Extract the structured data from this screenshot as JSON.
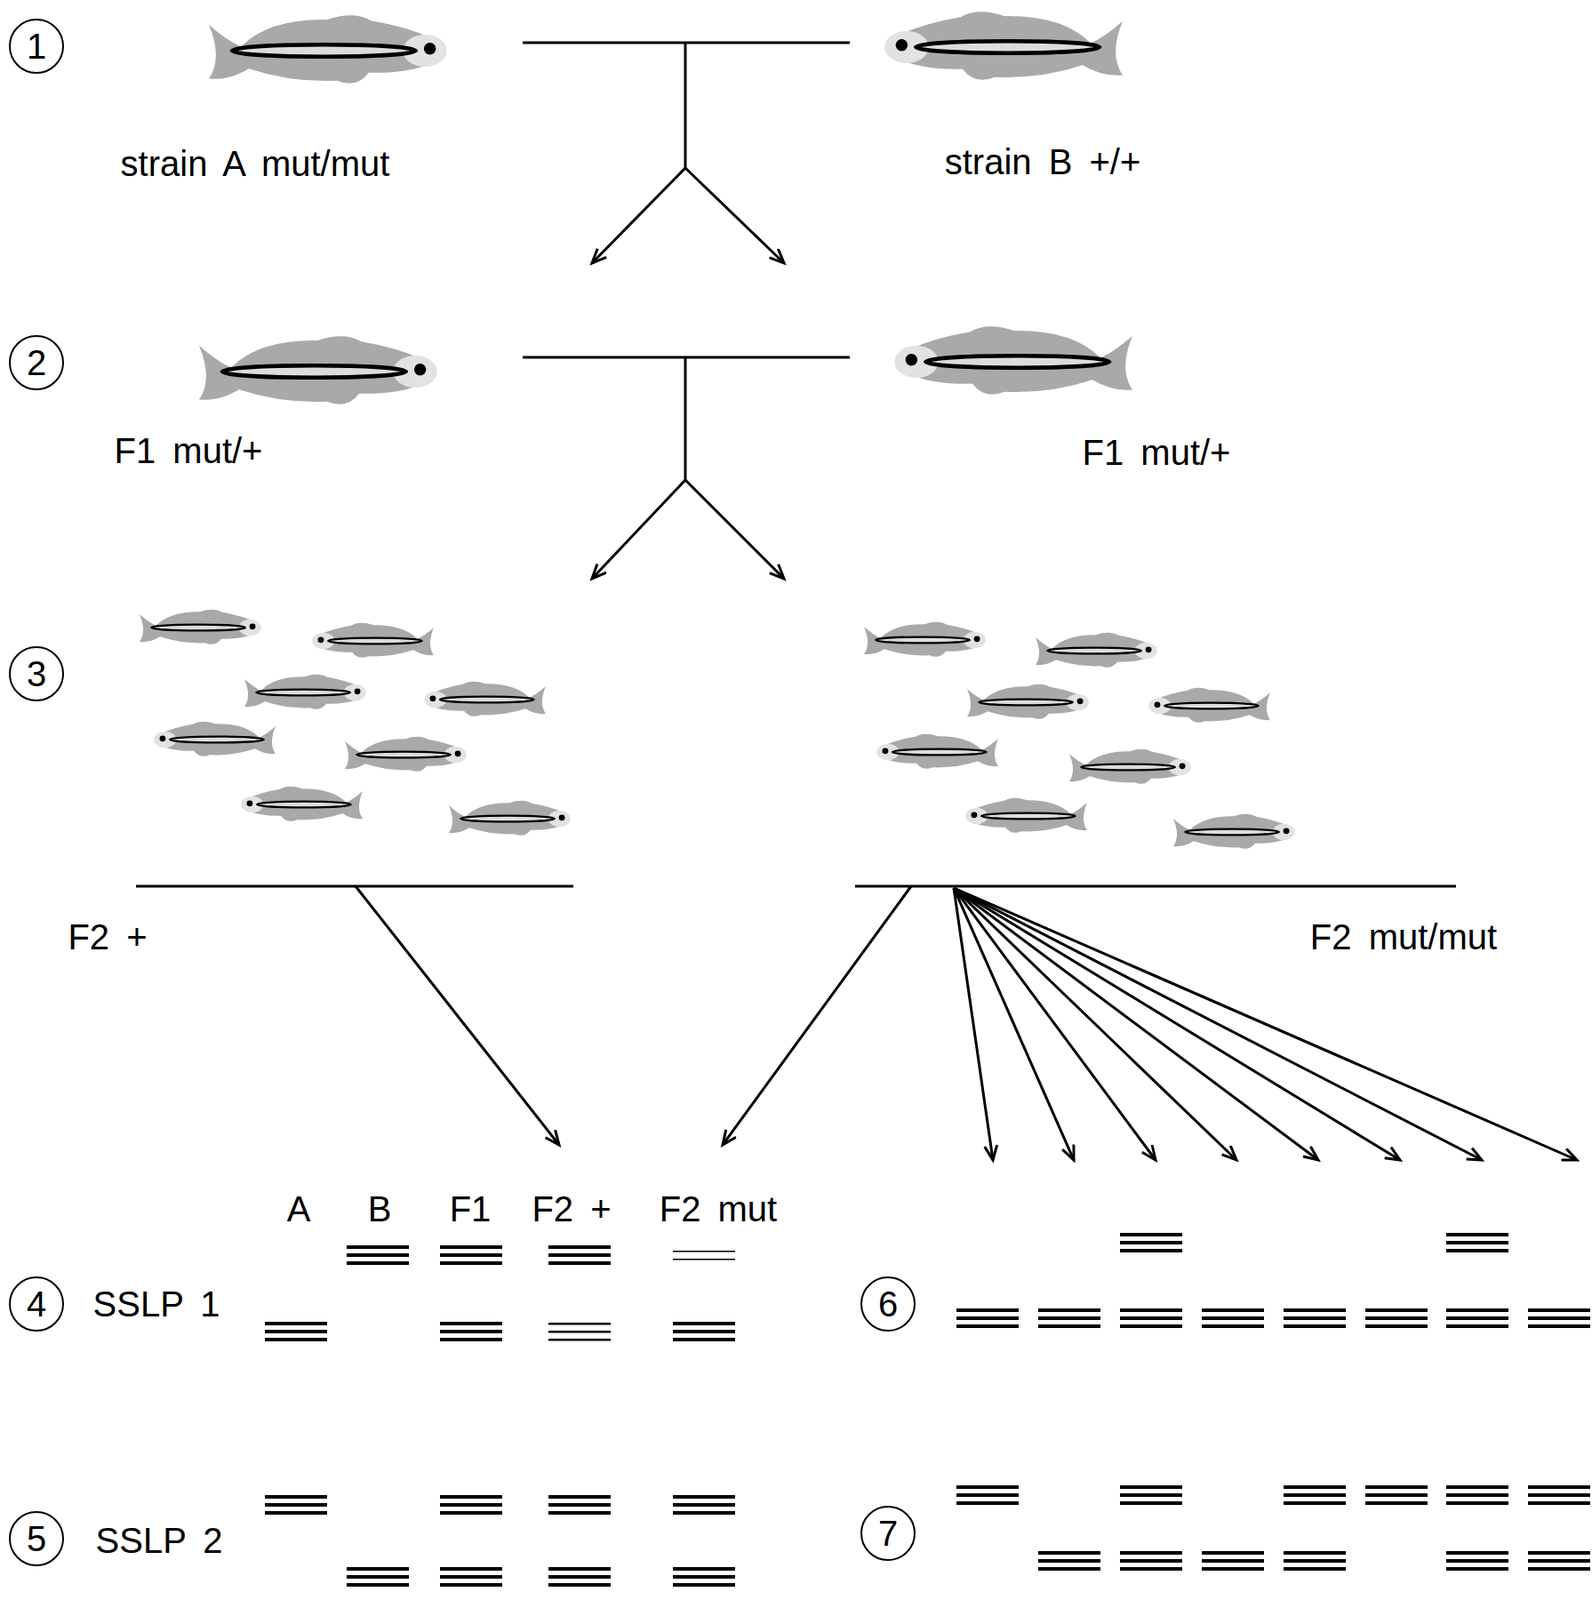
{
  "diagram": {
    "nodes": [
      {
        "text": [
          "1"
        ]
      },
      {
        "text": [
          "2"
        ]
      },
      {
        "text": [
          "3"
        ]
      },
      {
        "text": [
          "4"
        ]
      },
      {
        "text": [
          "5"
        ]
      },
      {
        "text": [
          "6"
        ]
      },
      {
        "text": [
          "7"
        ]
      }
    ],
    "labels": [
      "strain A mut/mut",
      "strain B +/+",
      "F1 mut/+",
      "F1 mut/+",
      "F2 +",
      "F2 mut/mut",
      "A",
      "B",
      "F1",
      "F2 +",
      "F2 mut",
      "SSLP 1",
      "SSLP 2"
    ]
  }
}
